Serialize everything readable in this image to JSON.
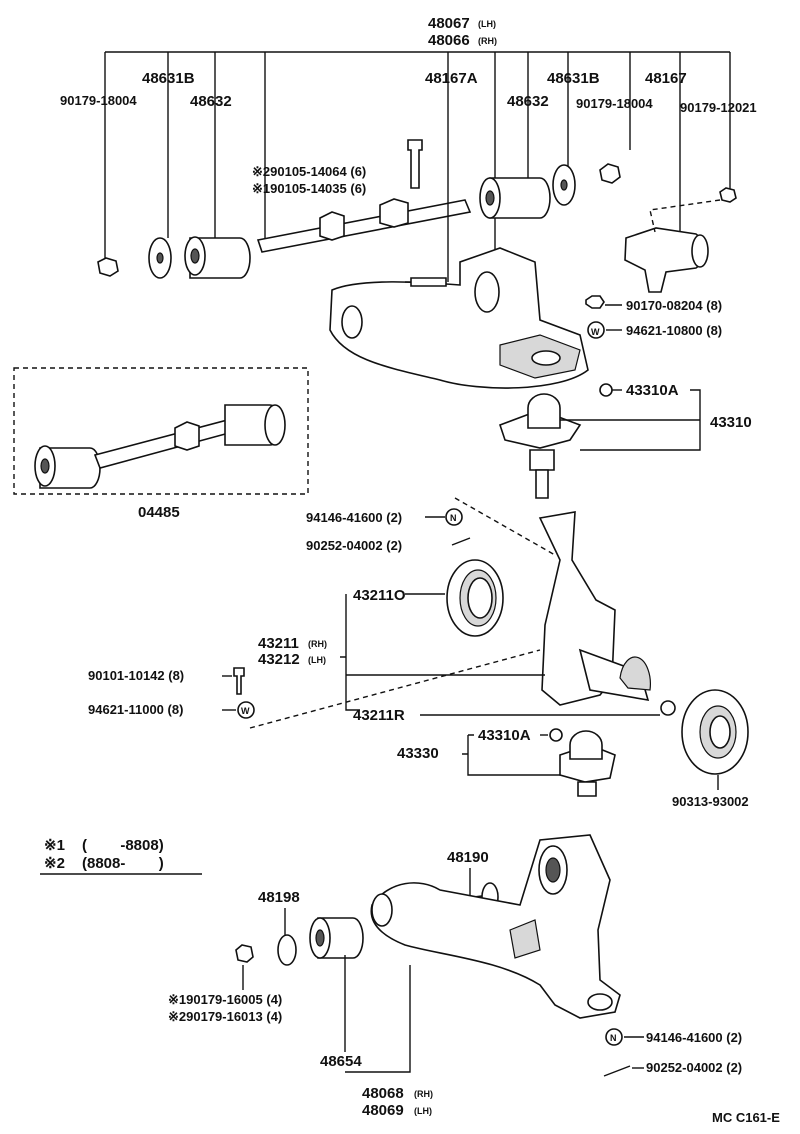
{
  "title_bar": {
    "part_lh": "48067",
    "lh": "(LH)",
    "part_rh": "48066",
    "rh": "(RH)"
  },
  "upper": {
    "p48631B_left": "48631B",
    "p48632_left": "48632",
    "p90179_18004_left": "90179-18004",
    "p48167A": "48167A",
    "p48632_right": "48632",
    "p48631B_right": "48631B",
    "p90179_18004_right": "90179-18004",
    "p48167": "48167",
    "p90179_12021": "90179-12021",
    "bolt_a": "※290105-14064 (6)",
    "bolt_b": "※190105-14035 (6)",
    "p90170": "90170-08204 (8)",
    "p94621_10800": "94621-10800 (8)",
    "washer_w": "W",
    "p43310A_top": "43310A",
    "p43310": "43310"
  },
  "kit": {
    "label": "04485"
  },
  "knuckle": {
    "p94146_top": "94146-41600 (2)",
    "nut_n": "N",
    "p90252_top": "90252-04002 (2)",
    "p43211O": "43211O",
    "p43211": "43211",
    "rh": "(RH)",
    "p43212": "43212",
    "lh": "(LH)",
    "p90101": "90101-10142 (8)",
    "p94621_11000": "94621-11000 (8)",
    "p43211R": "43211R",
    "p43310A_bot": "43310A",
    "p43330": "43330",
    "p90313": "90313-93002"
  },
  "note": {
    "line1_mark": "※1",
    "line1_text": "(        -8808)",
    "line2_mark": "※2",
    "line2_text": "(8808-        )"
  },
  "lower": {
    "p48190": "48190",
    "p48198": "48198",
    "bolt_a": "※190179-16005 (4)",
    "bolt_b": "※290179-16013 (4)",
    "p48654": "48654",
    "p48068": "48068",
    "rh": "(RH)",
    "p48069": "48069",
    "lh": "(LH)",
    "p94146_bot": "94146-41600 (2)",
    "p90252_bot": "90252-04002 (2)"
  },
  "footer": {
    "code": "MC C161-E"
  }
}
